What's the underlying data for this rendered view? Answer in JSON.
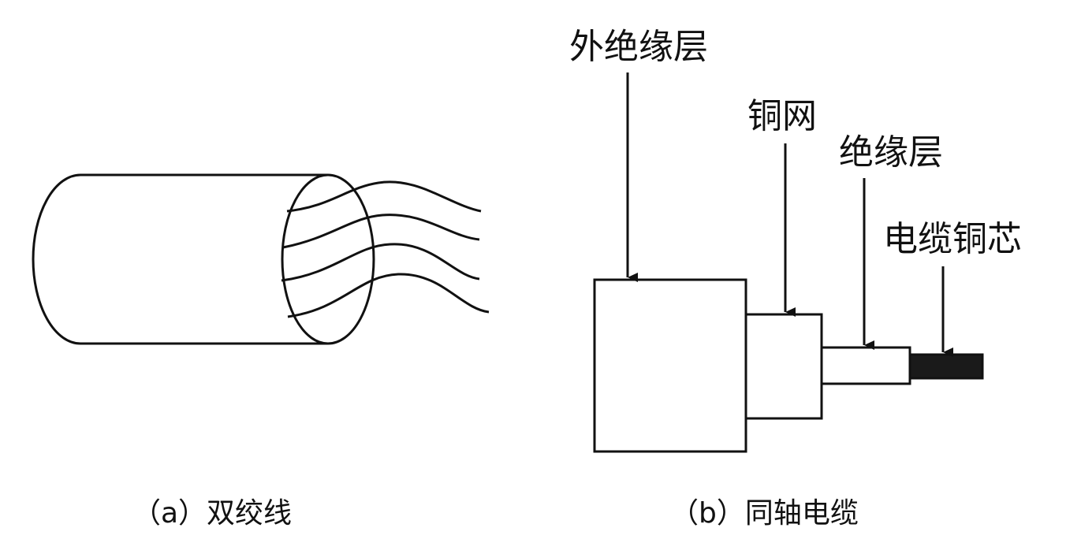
{
  "figure": {
    "twisted_pair": {
      "caption": "（a）双绞线",
      "wire_count": 4
    },
    "coaxial_cable": {
      "caption": "（b）同轴电缆",
      "labels": {
        "outer_insulation": "外绝缘层",
        "copper_mesh": "铜网",
        "insulation": "绝缘层",
        "copper_core": "电缆铜芯"
      }
    }
  },
  "colors": {
    "stroke": "#111111",
    "core_fill": "#1a1a1a",
    "background": "#ffffff"
  }
}
